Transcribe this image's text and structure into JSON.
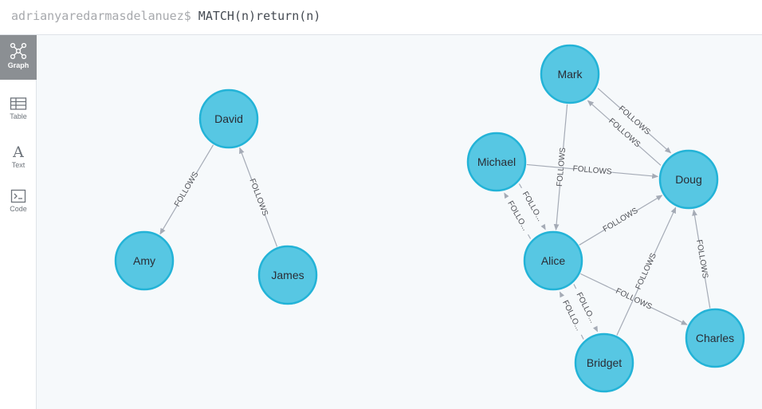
{
  "editor": {
    "prompt": "adrianyaredarmasdelanuez$",
    "command": " MATCH(n)return(n)"
  },
  "toolbar": {
    "items": [
      {
        "label": "Graph",
        "icon": "graph-icon",
        "active": true
      },
      {
        "label": "Table",
        "icon": "table-icon",
        "active": false
      },
      {
        "label": "Text",
        "icon": "text-icon",
        "active": false
      },
      {
        "label": "Code",
        "icon": "code-icon",
        "active": false
      }
    ]
  },
  "graph": {
    "colors": {
      "node_fill": "#57c7e3",
      "node_stroke": "#23b3d7",
      "edge": "#a5abb6"
    },
    "nodes": [
      {
        "id": "david",
        "label": "David"
      },
      {
        "id": "amy",
        "label": "Amy"
      },
      {
        "id": "james",
        "label": "James"
      },
      {
        "id": "mark",
        "label": "Mark"
      },
      {
        "id": "michael",
        "label": "Michael"
      },
      {
        "id": "doug",
        "label": "Doug"
      },
      {
        "id": "alice",
        "label": "Alice"
      },
      {
        "id": "charles",
        "label": "Charles"
      },
      {
        "id": "bridget",
        "label": "Bridget"
      }
    ],
    "relationships": [
      {
        "from": "david",
        "to": "amy",
        "label": "FOLLOWS"
      },
      {
        "from": "james",
        "to": "david",
        "label": "FOLLOWS"
      },
      {
        "from": "mark",
        "to": "doug",
        "label": "FOLLOWS"
      },
      {
        "from": "doug",
        "to": "mark",
        "label": "FOLLOWS"
      },
      {
        "from": "mark",
        "to": "alice",
        "label": "FOLLOWS"
      },
      {
        "from": "michael",
        "to": "doug",
        "label": "FOLLOWS"
      },
      {
        "from": "michael",
        "to": "alice",
        "label": "FOLLO..."
      },
      {
        "from": "alice",
        "to": "michael",
        "label": "FOLLO..."
      },
      {
        "from": "alice",
        "to": "doug",
        "label": "FOLLOWS"
      },
      {
        "from": "alice",
        "to": "charles",
        "label": "FOLLOWS"
      },
      {
        "from": "alice",
        "to": "bridget",
        "label": "FOLLO..."
      },
      {
        "from": "bridget",
        "to": "alice",
        "label": "FOLLO..."
      },
      {
        "from": "bridget",
        "to": "doug",
        "label": "FOLLOWS"
      },
      {
        "from": "charles",
        "to": "doug",
        "label": "FOLLOWS"
      }
    ]
  }
}
